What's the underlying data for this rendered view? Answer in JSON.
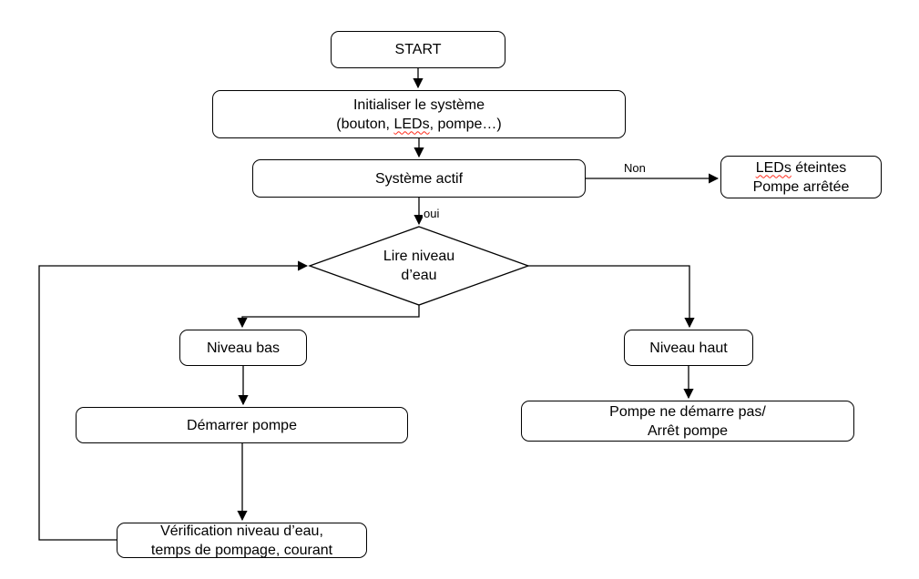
{
  "diagram": {
    "type": "flowchart",
    "background_color": "#ffffff",
    "line_color": "#000000",
    "text_color": "#000000",
    "spellcheck_squiggle_color": "#ff2a1a",
    "nodes": {
      "start": {
        "label": "START"
      },
      "init": {
        "line1": "Initialiser le système",
        "line2_pre": "(bouton, ",
        "line2_word": "LEDs",
        "line2_post": ", pompe…)"
      },
      "systeme_actif": {
        "label": "Système actif"
      },
      "leds_eteintes": {
        "line1_word": "LEDs",
        "line1_post": " éteintes",
        "line2": "Pompe arrêtée"
      },
      "decision": {
        "line1": "Lire niveau",
        "line2": "d’eau"
      },
      "niveau_bas": {
        "label": "Niveau bas"
      },
      "niveau_haut": {
        "label": "Niveau haut"
      },
      "demarrer_pompe": {
        "label": "Démarrer pompe"
      },
      "pompe_arret": {
        "line1": "Pompe ne démarre pas/",
        "line2": "Arrêt pompe"
      },
      "verification": {
        "line1": "Vérification niveau d’eau,",
        "line2": "temps de pompage, courant"
      }
    },
    "edge_labels": {
      "non": "Non",
      "oui": "oui"
    }
  }
}
